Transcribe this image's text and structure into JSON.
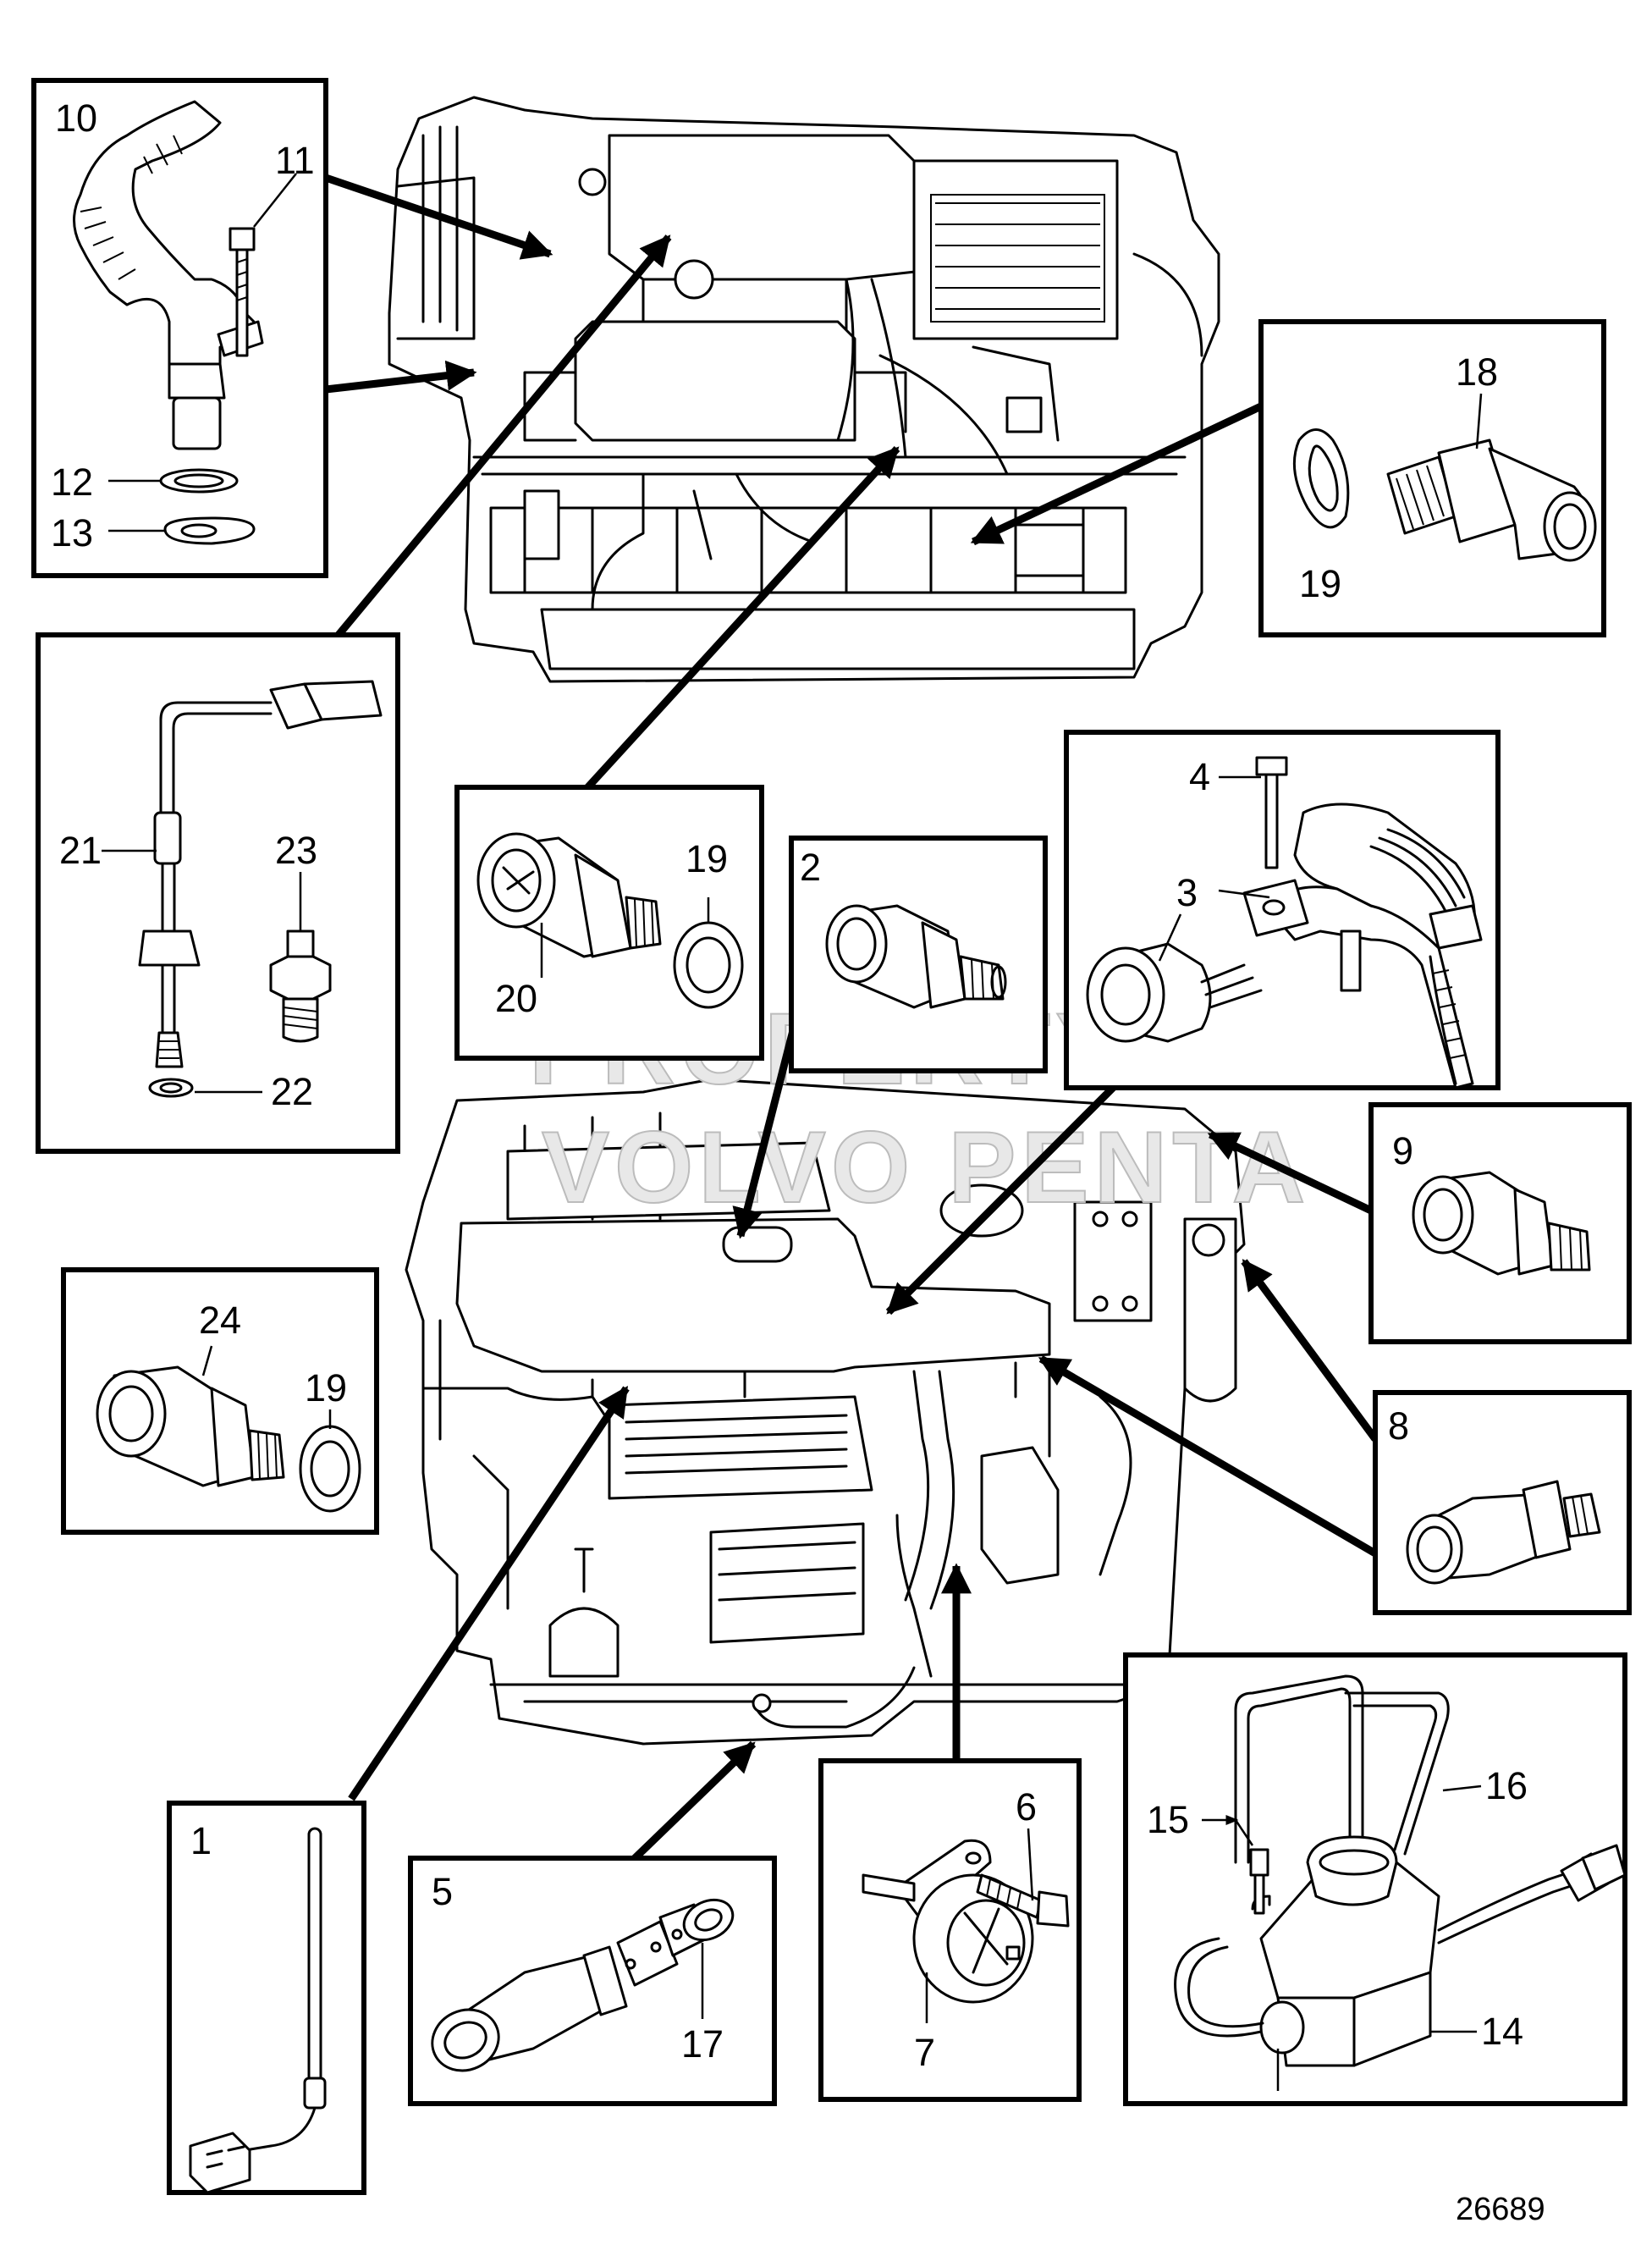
{
  "diagram": {
    "reference_number": "26689",
    "watermark_lines": [
      "PROPERTY OF",
      "VOLVO PENTA"
    ],
    "callouts": {
      "c1": "1",
      "c2": "2",
      "c3": "3",
      "c4": "4",
      "c5": "5",
      "c6": "6",
      "c7": "7",
      "c8": "8",
      "c9": "9",
      "c10": "10",
      "c11": "11",
      "c12": "12",
      "c13": "13",
      "c14": "14",
      "c15": "15",
      "c16": "16",
      "c17": "17",
      "c18": "18",
      "c19a": "19",
      "c19b": "19",
      "c19c": "19",
      "c20": "20",
      "c21": "21",
      "c22": "22",
      "c23": "23",
      "c24": "24"
    }
  }
}
